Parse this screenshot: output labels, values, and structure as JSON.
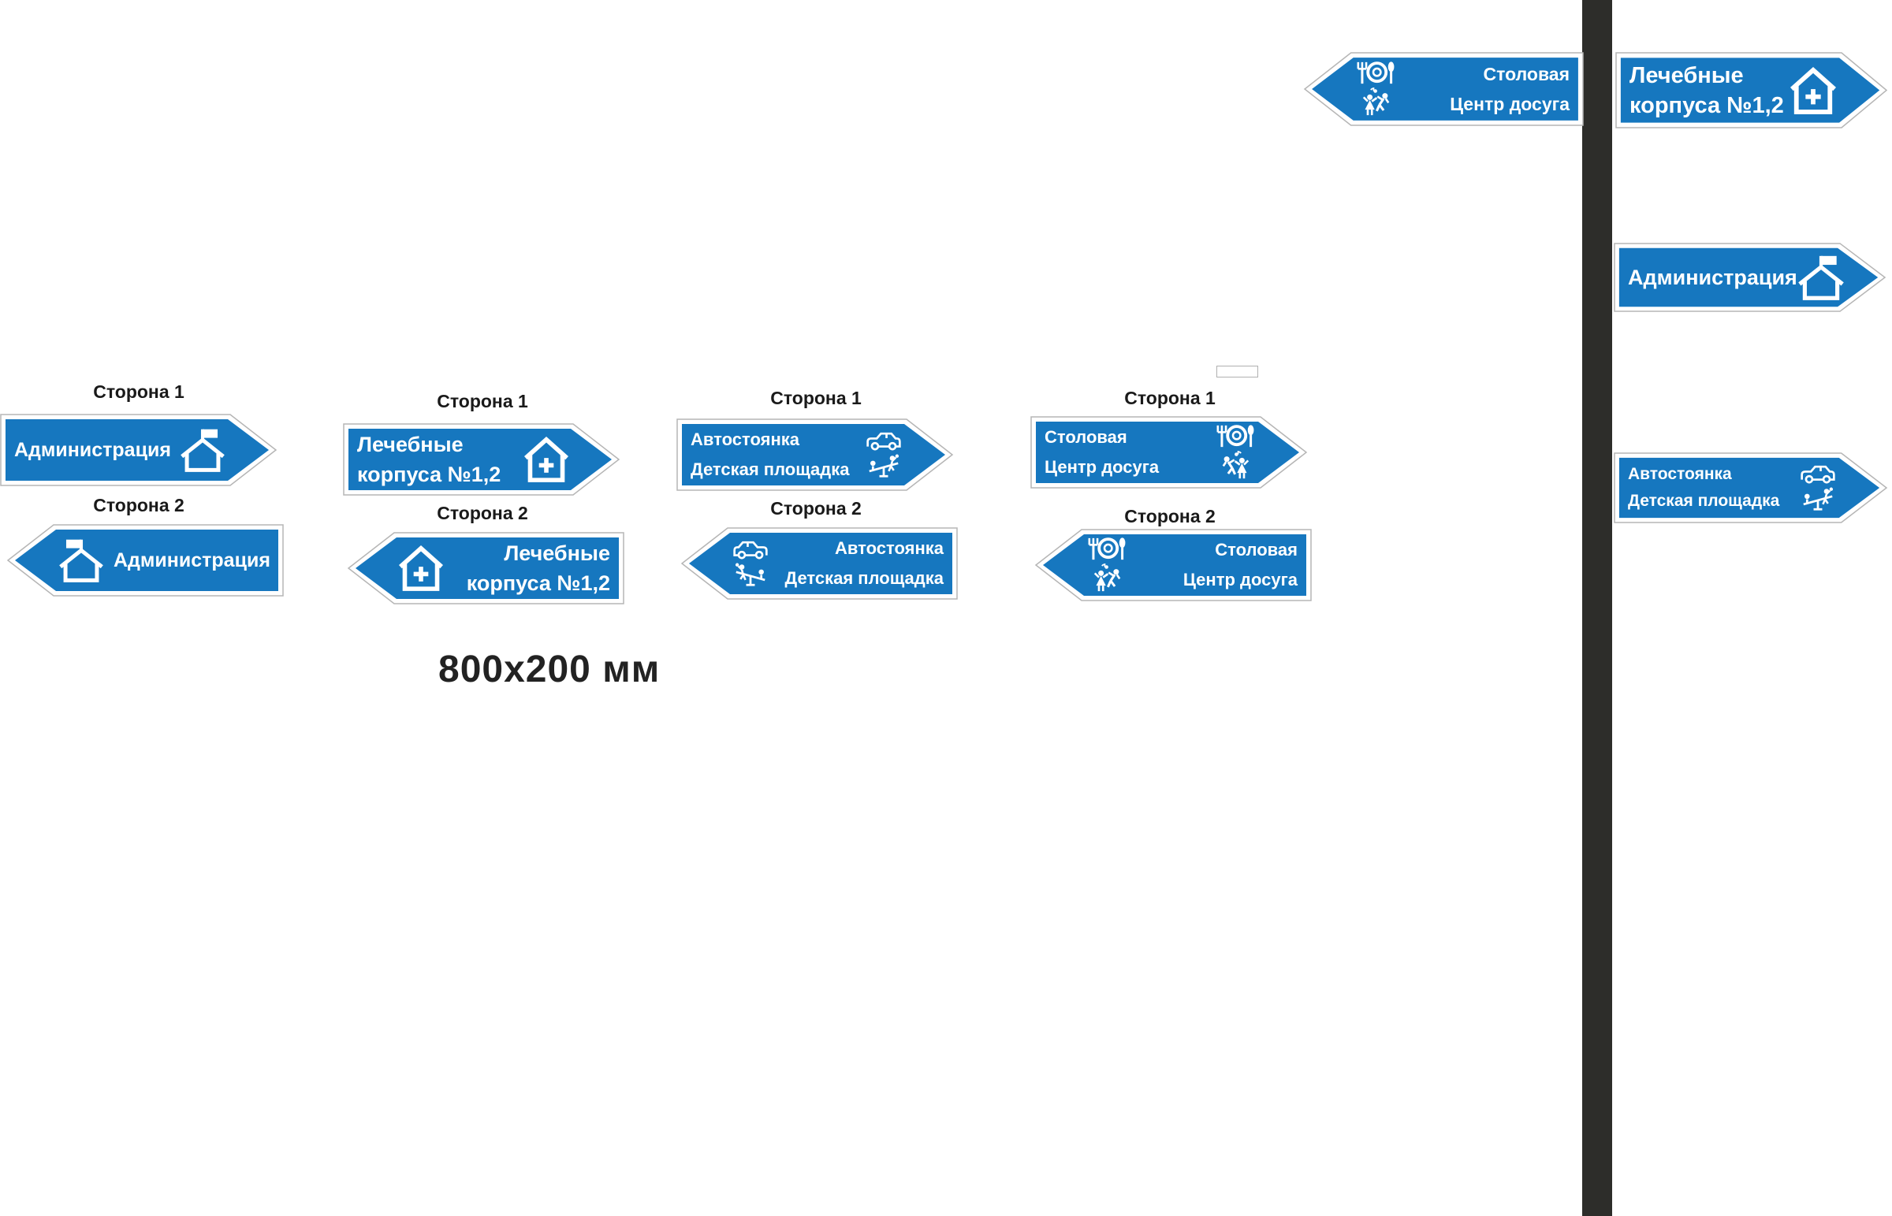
{
  "colors": {
    "sign_blue": "#1677BF",
    "sign_border_white": "#FFFFFF",
    "sign_outline_gray": "#B5B5B5",
    "pole_dark": "#2D2D2A",
    "label_text": "#1A1A1A"
  },
  "dimension_label": "800x200 мм",
  "pole_signs": [
    {
      "direction": "left",
      "lines": [
        "Столовая",
        "Центр досуга"
      ],
      "icons": [
        "dining-icon",
        "dance-icon"
      ]
    },
    {
      "direction": "right",
      "lines": [
        "Лечебные",
        "корпуса №1,2"
      ],
      "icons": [
        "house-plus-icon"
      ]
    },
    {
      "direction": "right",
      "lines": [
        "Администрация"
      ],
      "icons": [
        "house-flag-icon"
      ]
    },
    {
      "direction": "right",
      "lines": [
        "Автостоянка",
        "Детская площадка"
      ],
      "icons": [
        "car-icon",
        "seesaw-icon"
      ]
    }
  ],
  "groups": [
    {
      "side1_label": "Сторона 1",
      "side2_label": "Сторона 2",
      "lines": [
        "Администрация"
      ],
      "icons": [
        "house-flag-icon"
      ]
    },
    {
      "side1_label": "Сторона 1",
      "side2_label": "Сторона 2",
      "lines": [
        "Лечебные",
        "корпуса №1,2"
      ],
      "icons": [
        "house-plus-icon"
      ]
    },
    {
      "side1_label": "Сторона 1",
      "side2_label": "Сторона 2",
      "lines": [
        "Автостоянка",
        "Детская площадка"
      ],
      "icons": [
        "car-icon",
        "seesaw-icon"
      ]
    },
    {
      "side1_label": "Сторона 1",
      "side2_label": "Сторона 2",
      "lines": [
        "Столовая",
        "Центр досуга"
      ],
      "icons": [
        "dining-icon",
        "dance-icon"
      ]
    }
  ]
}
